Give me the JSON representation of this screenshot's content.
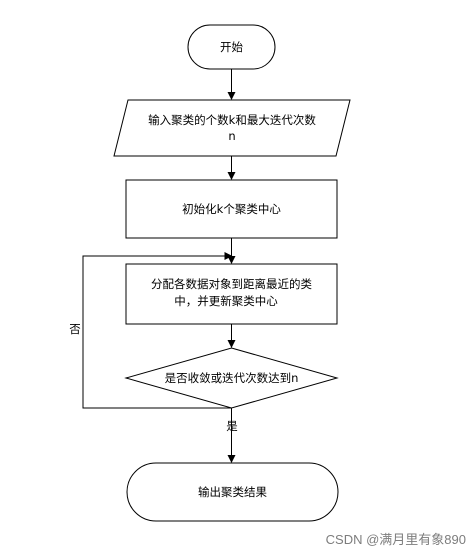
{
  "flowchart": {
    "start": "开始",
    "input_line1": "输入聚类的个数k和最大迭代次数",
    "input_line2": "n",
    "init": "初始化k个聚类中心",
    "assign_line1": "分配各数据对象到距离最近的类",
    "assign_line2": "中，并更新聚类中心",
    "decision": "是否收敛或迭代次数达到n",
    "label_no": "否",
    "label_yes": "是",
    "end": "输出聚类结果"
  },
  "watermark": "CSDN @满月里有象890",
  "colors": {
    "stroke": "#000000",
    "background": "#ffffff",
    "watermark": "#7d7d7d"
  }
}
